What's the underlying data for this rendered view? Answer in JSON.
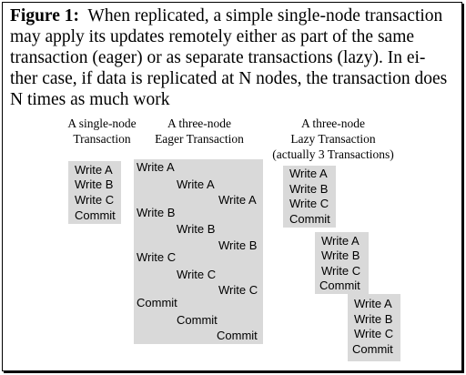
{
  "caption": {
    "figure_label": "Figure 1:",
    "lines": [
      "When replicated, a simple single-node transaction",
      "may apply its updates remotely either as part of the same",
      "transaction (eager) or as separate transactions (lazy).  In ei-",
      "ther case, if data is replicated at N nodes, the transaction does",
      "N times as much work"
    ]
  },
  "columns": {
    "single": {
      "title_lines": [
        "A single-node",
        "Transaction"
      ],
      "ops": [
        "Write A",
        "Write B",
        "Write C",
        "Commit"
      ]
    },
    "eager": {
      "title_lines": [
        "A three-node",
        "Eager Transaction"
      ],
      "ops": [
        "Write A",
        "Write A",
        "Write A",
        "Write B",
        "Write B",
        "Write B",
        "Write C",
        "Write C",
        "Write C",
        "Commit",
        "Commit",
        "Commit"
      ]
    },
    "lazy": {
      "title_lines": [
        "A three-node",
        "Lazy Transaction",
        "(actually 3 Transactions)"
      ],
      "blocks": [
        [
          "Write A",
          "Write B",
          "Write C",
          "Commit"
        ],
        [
          "Write A",
          "Write B",
          "Write C",
          "Commit"
        ],
        [
          "Write A",
          "Write B",
          "Write C",
          "Commit"
        ]
      ]
    }
  },
  "colors": {
    "box_fill": "#d9d9d9",
    "text": "#000000"
  }
}
